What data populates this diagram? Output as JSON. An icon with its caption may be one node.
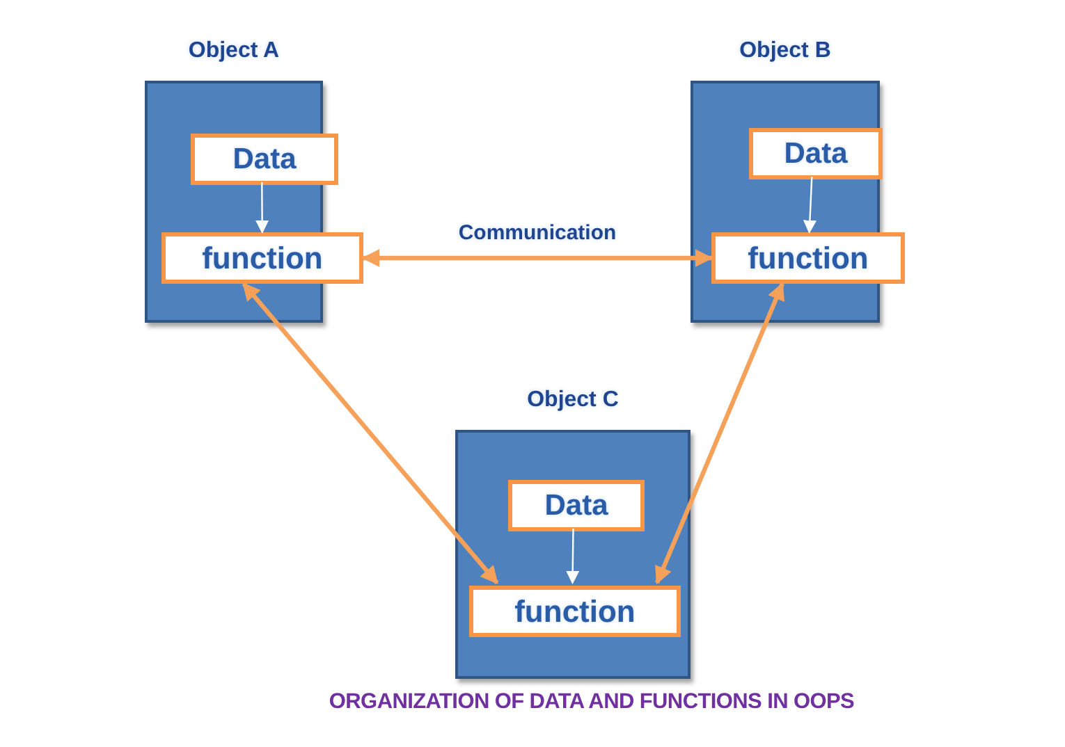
{
  "diagram": {
    "caption": "ORGANIZATION OF DATA AND FUNCTIONS IN OOPS",
    "nodes": [
      {
        "text": [
          "Object A"
        ]
      },
      {
        "text": [
          "Data"
        ],
        "in": 0
      },
      {
        "text": [
          "function"
        ]
      },
      {
        "text": [
          "Object B"
        ]
      },
      {
        "text": [
          "Data"
        ],
        "in": 3
      },
      {
        "text": [
          "function"
        ]
      },
      {
        "text": [
          "Object C"
        ]
      },
      {
        "text": [
          "Data"
        ],
        "in": 6
      },
      {
        "text": [
          "function"
        ],
        "in": 6
      }
    ],
    "edges": [
      {
        "from": 1,
        "to": 2,
        "arrow": "to",
        "color": "#ffffff"
      },
      {
        "from": 4,
        "to": 5,
        "arrow": "to",
        "color": "#ffffff"
      },
      {
        "from": 7,
        "to": 8,
        "arrow": "to",
        "color": "#ffffff"
      },
      {
        "from": 2,
        "to": 5,
        "arrow": "both",
        "label": "Communication",
        "style": "thick",
        "color": "#f5a15a"
      },
      {
        "from": 2,
        "to": 8,
        "arrow": "both",
        "style": "thick",
        "color": "#f5a15a"
      },
      {
        "from": 5,
        "to": 8,
        "arrow": "both",
        "style": "thick",
        "color": "#f5a15a"
      }
    ]
  }
}
